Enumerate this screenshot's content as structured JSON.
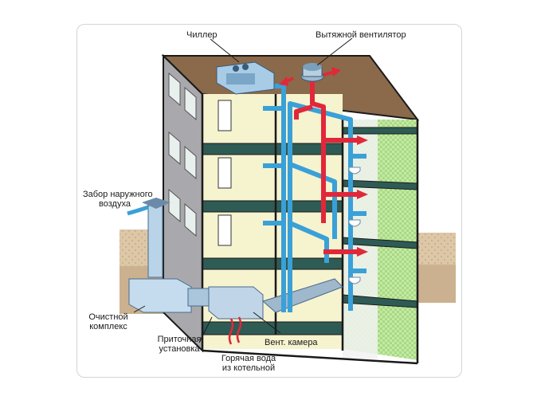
{
  "labels": {
    "chiller": "Чиллер",
    "exhaust_fan": "Вытяжной вентилятор",
    "air_intake_line1": "Забор наружного",
    "air_intake_line2": "воздуха",
    "cleaning_line1": "Очистной",
    "cleaning_line2": "комплекс",
    "supply_line1": "Приточная",
    "supply_line2": "установка",
    "vent_chamber": "Вент. камера",
    "hot_water_line1": "Горячая вода",
    "hot_water_line2": "из котельной"
  },
  "colors": {
    "supply_duct": "#3aa0d8",
    "exhaust_duct": "#e0283a",
    "wall_gray": "#a9a9ad",
    "floor_dark": "#2f5b55",
    "room_cream": "#f4f0c0",
    "bath_green": "#b9e39a",
    "soil": "#d9c3a0",
    "roof": "#8a6a4a"
  }
}
